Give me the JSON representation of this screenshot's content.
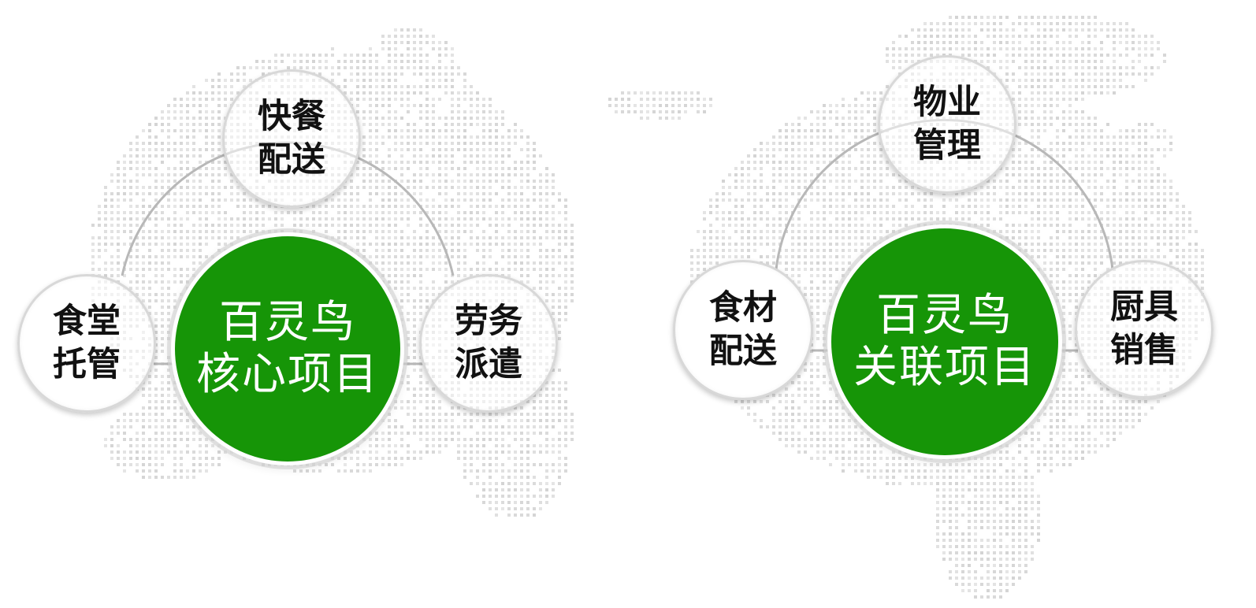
{
  "colors": {
    "core_green": "#169507",
    "dot_gray": "#c9c9c9",
    "ring_gray": "#b8b8b8"
  },
  "diagrams": [
    {
      "center": {
        "line1": "百灵鸟",
        "line2": "核心项目"
      },
      "satellites": [
        {
          "line1": "快餐",
          "line2": "配送"
        },
        {
          "line1": "食堂",
          "line2": "托管"
        },
        {
          "line1": "劳务",
          "line2": "派遣"
        }
      ]
    },
    {
      "center": {
        "line1": "百灵鸟",
        "line2": "关联项目"
      },
      "satellites": [
        {
          "line1": "物业",
          "line2": "管理"
        },
        {
          "line1": "食材",
          "line2": "配送"
        },
        {
          "line1": "厨具",
          "line2": "销售"
        }
      ]
    }
  ]
}
